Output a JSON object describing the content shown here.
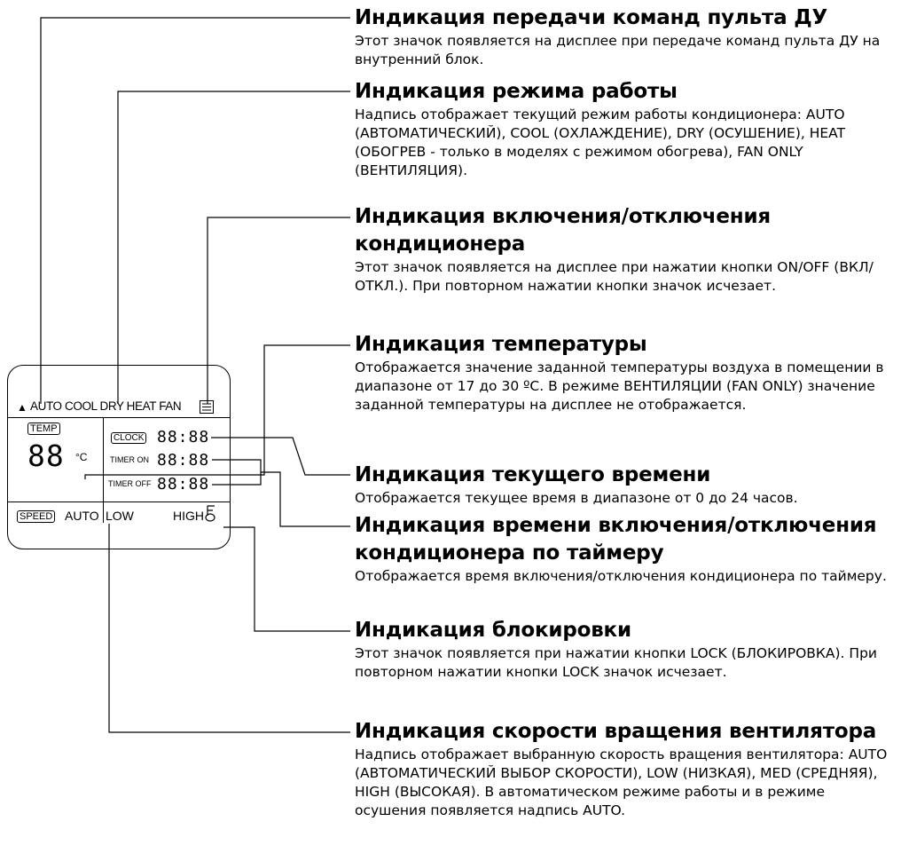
{
  "entries": [
    {
      "title": "Индикация передачи команд пульта ДУ",
      "text": "Этот значок появляется на дисплее при передаче команд пульта ДУ на внутренний блок."
    },
    {
      "title": "Индикация режима работы",
      "text": "Надпись отображает текущий режим работы кондиционера: AUTO (АВТОМАТИЧЕСКИЙ), COOL (ОХЛАЖДЕНИЕ), DRY (ОСУШЕНИЕ), HEAT (ОБОГРЕВ - только в моделях с режимом обогрева), FAN ONLY (ВЕНТИЛЯЦИЯ)."
    },
    {
      "title": "Индикация включения/отключения кондиционера",
      "text": "Этот значок появляется на дисплее при нажатии кнопки ON/OFF (ВКЛ/ОТКЛ.). При повторном нажатии кнопки значок исчезает."
    },
    {
      "title": "Индикация температуры",
      "text": "Отображается значение заданной температуры воздуха в помещении в диапазоне от 17 до 30 ºС. В режиме ВЕНТИЛЯЦИИ (FAN ONLY) значение заданной температуры на дисплее не отображается."
    },
    {
      "title": "Индикация текущего времени",
      "text": "Отображается текущее время в диапазоне от 0 до 24 часов."
    },
    {
      "title": "Индикация времени включения/отключения кондиционера по таймеру",
      "text": "Отображается время включения/отключения кондиционера по таймеру."
    },
    {
      "title": "Индикация блокировки",
      "text": "Этот значок появляется при нажатии кнопки LOCK (БЛОКИРОВКА). При повторном нажатии кнопки LOCK значок исчезает."
    },
    {
      "title": "Индикация скорости вращения вентилятора",
      "text": "Надпись отображает выбранную скорость вращения вентилятора: AUTO (АВТОМАТИЧЕСКИЙ ВЫБОР СКОРОСТИ), LOW (НИЗКАЯ), MED (СРЕДНЯЯ), HIGH (ВЫСОКАЯ). В автоматическом режиме работы и в режиме осушения появляется надпись AUTO."
    }
  ],
  "display": {
    "transmit_symbol": "▲",
    "modes": "AUTO COOL DRY HEAT FAN",
    "temp_label": "TEMP",
    "temp_value": "88",
    "temp_unit": "°C",
    "clock_label": "CLOCK",
    "clock_value": "88:88",
    "timer_on_label": "TIMER ON",
    "timer_on_value": "88:88",
    "timer_off_label": "TIMER OFF",
    "timer_off_value": "88:88",
    "speed_label": "SPEED",
    "speed_auto": "AUTO",
    "speed_low": "LOW",
    "speed_high": "HIGH"
  },
  "icons": {
    "onoff": "onoff-icon",
    "lock": "lock-icon"
  }
}
